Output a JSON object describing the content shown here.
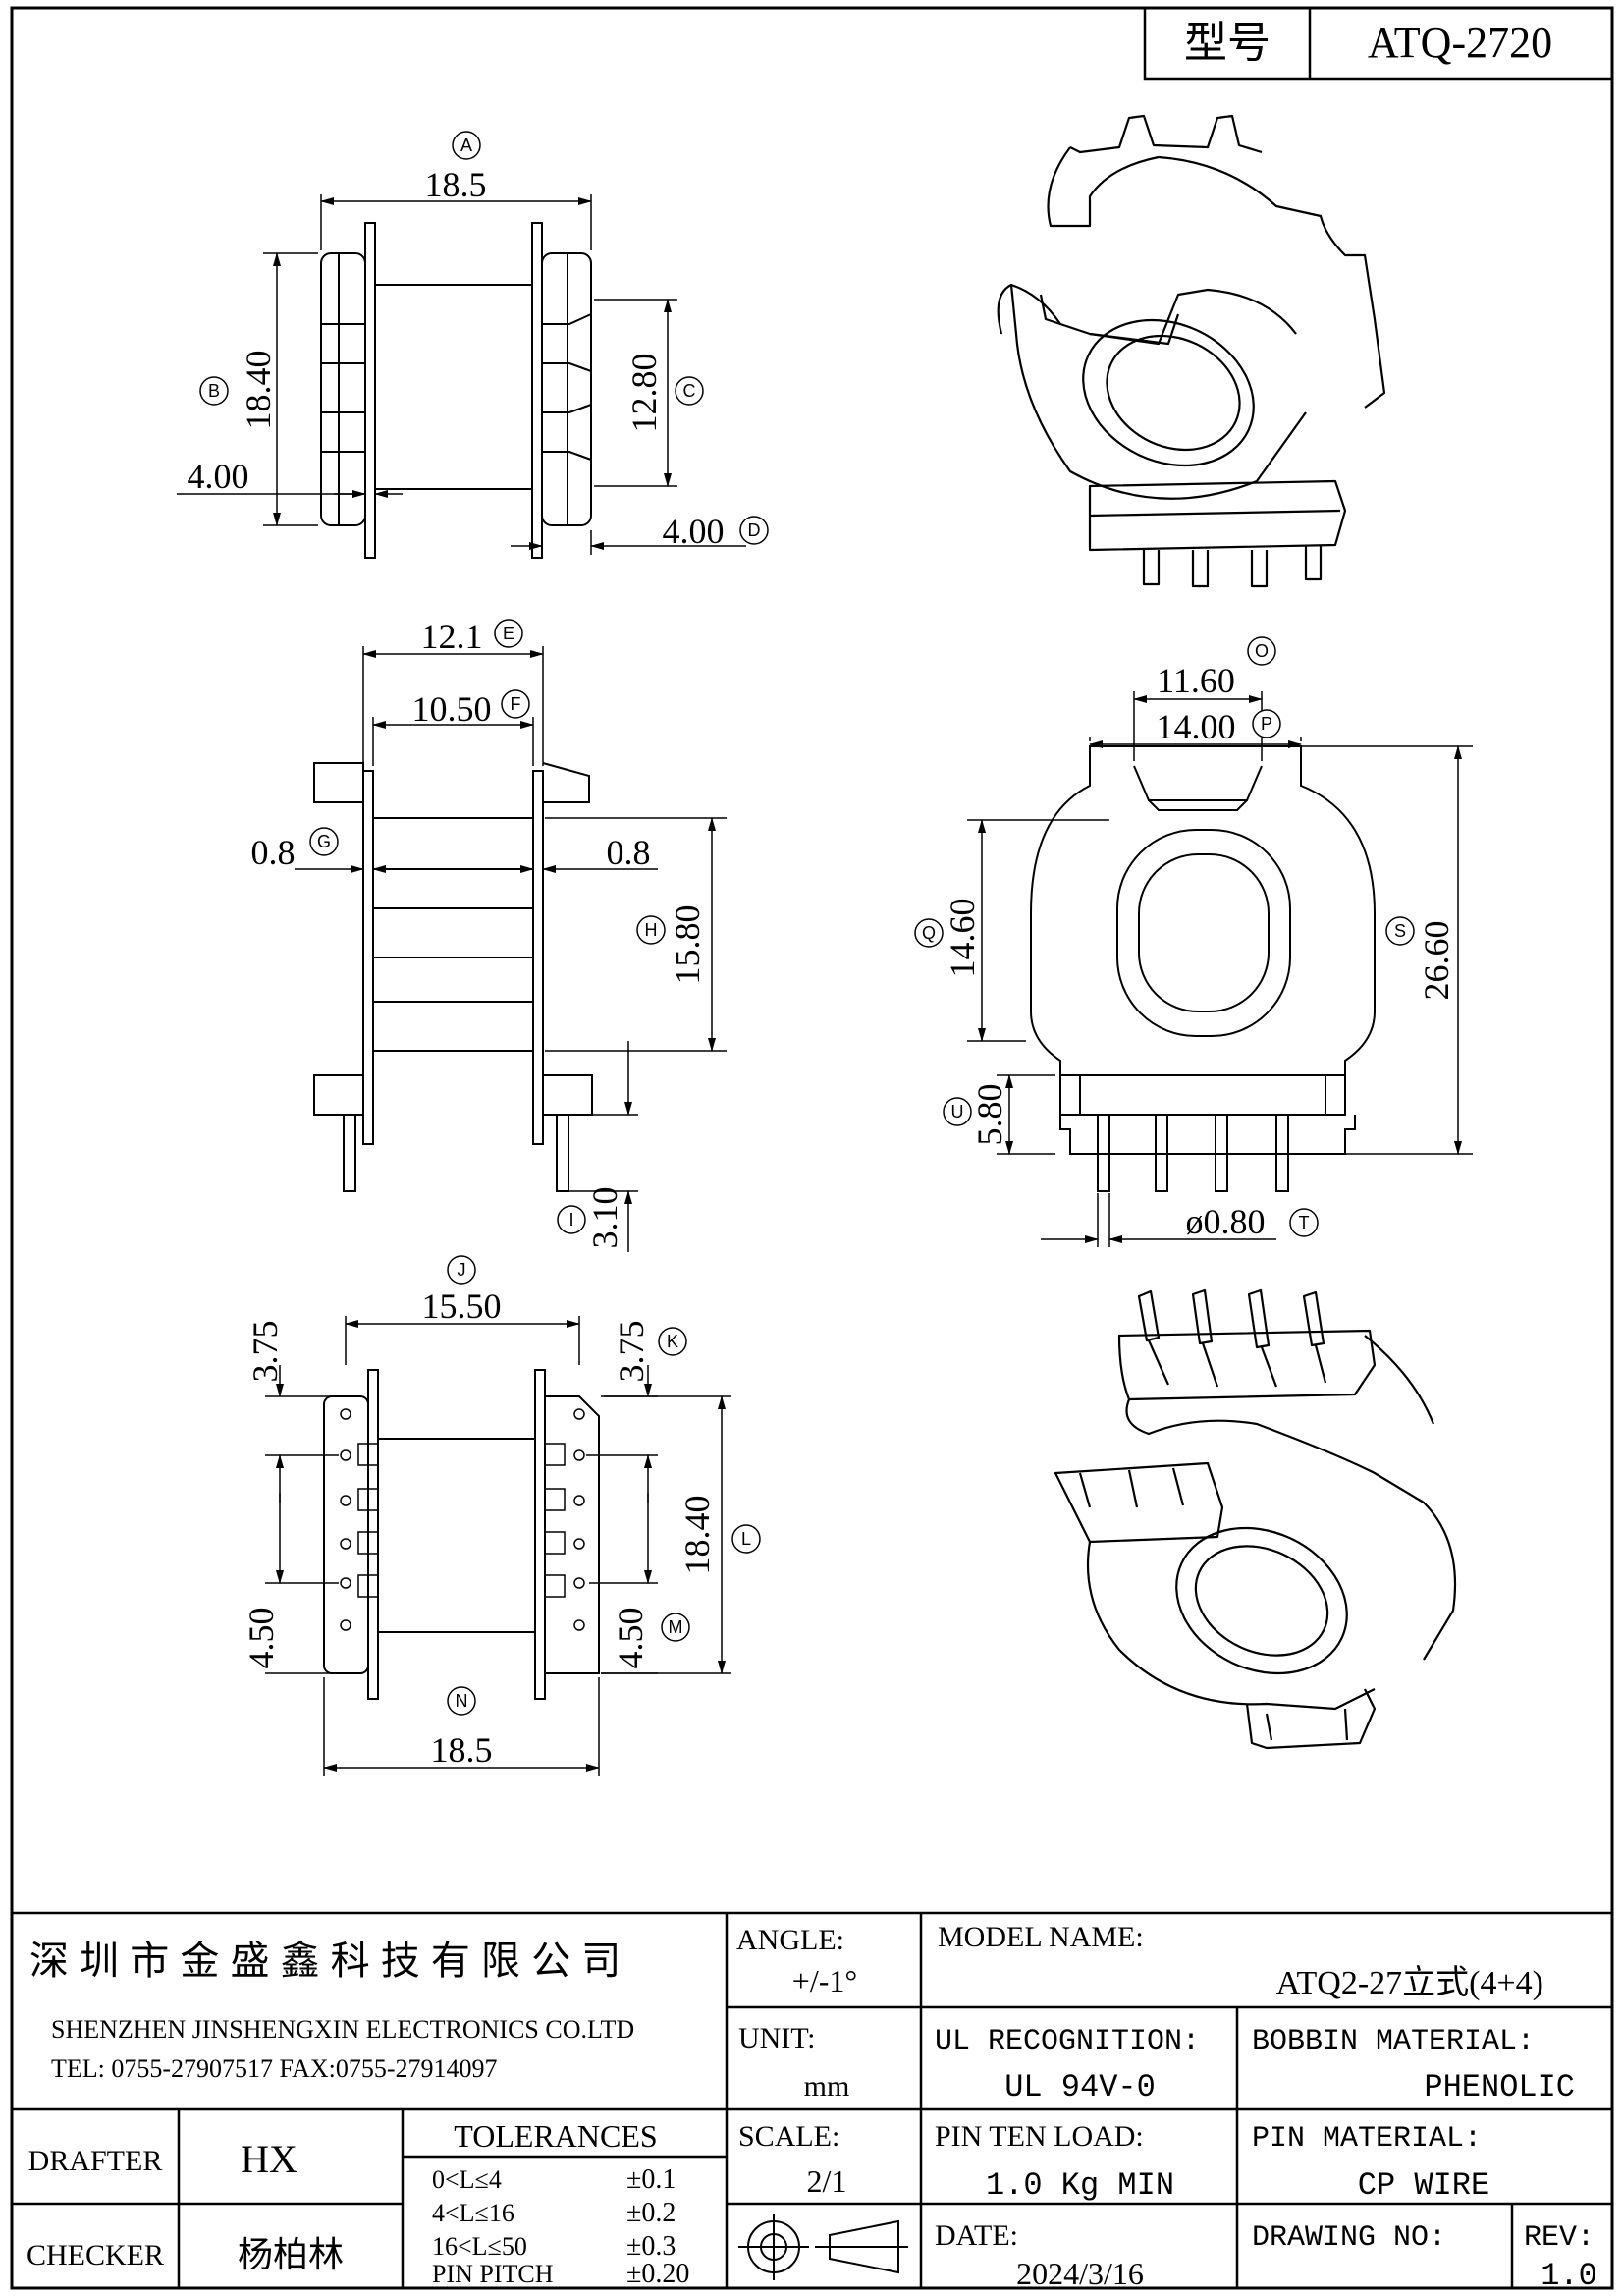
{
  "header": {
    "model_label": "型号",
    "model_value": "ATQ-2720"
  },
  "dims": {
    "A": "18.5",
    "B": "18.40",
    "C": "12.80",
    "D_left": "4.00",
    "D": "4.00",
    "E": "12.1",
    "F": "10.50",
    "G_left": "0.8",
    "G_right": "0.8",
    "H": "15.80",
    "I": "3.10",
    "O": "11.60",
    "P": "14.00",
    "Q": "14.60",
    "S": "26.60",
    "U": "5.80",
    "T": "ø0.80",
    "J": "15.50",
    "K_left": "3.75",
    "K": "3.75",
    "L": "18.40",
    "M_left": "4.50",
    "M": "4.50",
    "N": "18.5"
  },
  "callouts": [
    "A",
    "B",
    "C",
    "D",
    "E",
    "F",
    "G",
    "H",
    "I",
    "J",
    "K",
    "L",
    "M",
    "N",
    "O",
    "P",
    "Q",
    "S",
    "T",
    "U"
  ],
  "title_block": {
    "company_cn": "深 圳 市 金 盛 鑫 科 技 有 限 公 司",
    "company_en": "SHENZHEN JINSHENGXIN ELECTRONICS  CO.LTD",
    "contact": "TEL: 0755-27907517   FAX:0755-27914097",
    "angle_label": "ANGLE:",
    "angle_value": "+/-1°",
    "model_name_label": "MODEL NAME:",
    "model_name_value": "ATQ2-27立式(4+4)",
    "unit_label": "UNIT:",
    "unit_value": "mm",
    "ul_label": "UL RECOGNITION:",
    "ul_value": "UL 94V-0",
    "bobbin_label": "BOBBIN MATERIAL:",
    "bobbin_value": "PHENOLIC",
    "drafter_label": "DRAFTER",
    "drafter_value": "HX",
    "checker_label": "CHECKER",
    "checker_value": "杨柏林",
    "tolerances_label": "TOLERANCES",
    "tolerances": [
      {
        "range": "0<L≤4",
        "tol": "±0.1"
      },
      {
        "range": "4<L≤16",
        "tol": "±0.2"
      },
      {
        "range": "16<L≤50",
        "tol": "±0.3"
      },
      {
        "range": "PIN PITCH",
        "tol": "±0.20"
      }
    ],
    "scale_label": "SCALE:",
    "scale_value": "2/1",
    "pin_load_label": "PIN TEN LOAD:",
    "pin_load_value": "1.0 Kg MIN",
    "pin_material_label": "PIN MATERIAL:",
    "pin_material_value": "CP WIRE",
    "date_label": "DATE:",
    "date_value": "2024/3/16",
    "drawing_no_label": "DRAWING NO:",
    "drawing_no_value": "",
    "rev_label": "REV:",
    "rev_value": "1.0"
  }
}
